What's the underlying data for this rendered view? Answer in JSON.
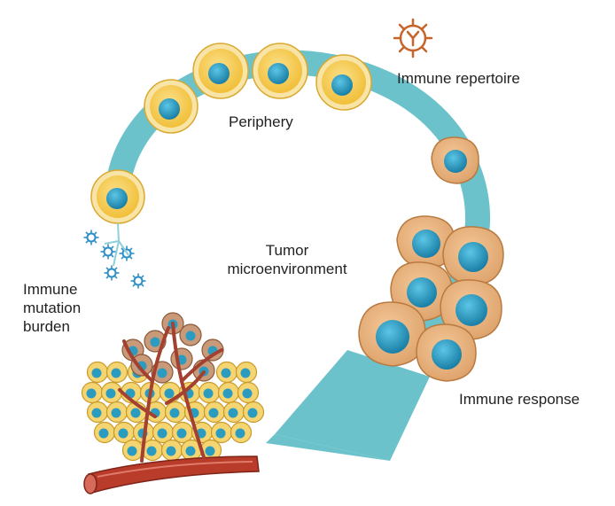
{
  "labels": {
    "immune_repertoire": "Immune repertoire",
    "periphery": "Periphery",
    "tumor_microenvironment": [
      "Tumor",
      "microenvironment"
    ],
    "immune_mutation_burden": [
      "Immune",
      "mutation",
      "burden"
    ],
    "immune_response": "Immune response"
  },
  "colors": {
    "arrow": "#6cc2cb",
    "resting_cell_fill": "#f3c94a",
    "resting_cell_outer": "#f8e4a6",
    "activated_cell_fill": "#e9b37b",
    "nucleus": "#1f8fb3",
    "vessel": "#b93b2a",
    "antibody_icon": "#c7642a",
    "virus": "#2d8fc8"
  },
  "icons": [
    "antibody-virus-icon",
    "virus-particle-icon",
    "blood-vessel-icon",
    "tumor-cell-mass"
  ]
}
